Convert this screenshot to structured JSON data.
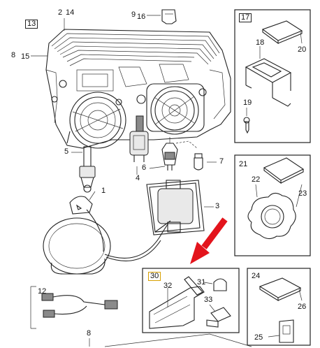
{
  "callouts": {
    "c1": "1",
    "c2": "2",
    "c3": "3",
    "c4": "4",
    "c5": "5",
    "c6": "6",
    "c7": "7",
    "c8a": "8",
    "c8b": "8",
    "c9": "9",
    "c12": "12",
    "c13": "13",
    "c14": "14",
    "c15": "15",
    "c16": "16",
    "c17": "17",
    "c18": "18",
    "c19": "19",
    "c20": "20",
    "c21": "21",
    "c22": "22",
    "c23": "23",
    "c24": "24",
    "c25": "25",
    "c26": "26",
    "c30": "30",
    "c31": "31",
    "c32": "32",
    "c33": "33"
  },
  "colors": {
    "arrow": "#e3141c",
    "line": "#222222",
    "part_fill": "#e9e9e9"
  }
}
